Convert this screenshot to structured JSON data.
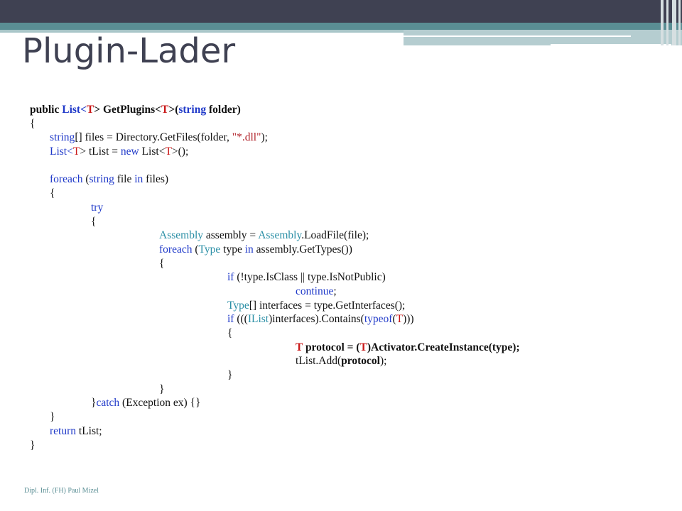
{
  "slide": {
    "title": "Plugin-Lader",
    "footer": "Dipl. Inf. (FH) Paul Mizel"
  },
  "code": {
    "l01": {
      "a": "public ",
      "b": "List",
      "c": "<",
      "d": "T",
      "e": "> GetPlugins<",
      "f": "T",
      "g": ">(",
      "h": "string",
      "i": " folder)"
    },
    "l02": {
      "a": "{"
    },
    "l03": {
      "a": "string",
      "b": "[] files = Directory.GetFiles(folder, ",
      "c": "\"*.dll\"",
      "d": ");"
    },
    "l04": {
      "a": "List",
      "b": "<",
      "c": "T",
      "d": "> tList = ",
      "e": "new",
      "f": " List<",
      "g": "T",
      "h": ">();"
    },
    "l05": {
      "a": "foreach",
      "b": " (",
      "c": "string",
      "d": " file ",
      "e": "in",
      "f": " files)"
    },
    "l06": {
      "a": "{"
    },
    "l07": {
      "a": "try"
    },
    "l08": {
      "a": "{"
    },
    "l09": {
      "a": "Assembly",
      "b": " assembly = ",
      "c": "Assembly",
      "d": ".LoadFile(file);"
    },
    "l10": {
      "a": "foreach",
      "b": " (",
      "c": "Type",
      "d": " type ",
      "e": "in",
      "f": " assembly.GetTypes())"
    },
    "l11": {
      "a": "{"
    },
    "l12": {
      "a": "if",
      "b": " (!type.IsClass || type.IsNotPublic)"
    },
    "l13": {
      "a": "continue",
      "b": ";"
    },
    "l14": {
      "a": "Type",
      "b": "[] interfaces = type.GetInterfaces();"
    },
    "l15": {
      "a": "if",
      "b": " (((",
      "c": "IList",
      "d": ")interfaces).Contains(",
      "e": "typeof",
      "f": "(",
      "g": "T",
      "h": ")))"
    },
    "l16": {
      "a": "{"
    },
    "l17": {
      "a": "T",
      "b": " protocol = (",
      "c": "T",
      "d": ")Activator.CreateInstance(type);"
    },
    "l18": {
      "a": "tList.Add(",
      "b": "protocol",
      "c": ");"
    },
    "l19": {
      "a": "}"
    },
    "l20": {
      "a": "}"
    },
    "l21": {
      "a": "}",
      "b": "catch",
      "c": " (Exception ex) {}"
    },
    "l22": {
      "a": "}"
    },
    "l23": {
      "a": "return",
      "b": " tList;"
    },
    "l24": {
      "a": "}"
    }
  }
}
